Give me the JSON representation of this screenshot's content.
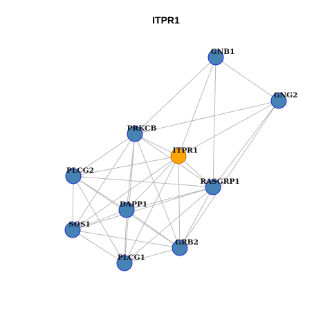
{
  "title": "ITPR1",
  "colors": {
    "node_fill": "#4682B4",
    "node_stroke": "#1f2bd6",
    "center_fill": "#FFA500",
    "center_stroke": "#c86b00",
    "edge": "#b0b0b0"
  },
  "nodes": [
    {
      "id": "GNB1",
      "label": "GNB1",
      "center": false
    },
    {
      "id": "GNG2",
      "label": "GNG2",
      "center": false
    },
    {
      "id": "PRKCB",
      "label": "PRKCB",
      "center": false
    },
    {
      "id": "ITPR1",
      "label": "ITPR1",
      "center": true
    },
    {
      "id": "PLCG2",
      "label": "PLCG2",
      "center": false
    },
    {
      "id": "RASGRP1",
      "label": "RASGRP1",
      "center": false
    },
    {
      "id": "DAPP1",
      "label": "DAPP1",
      "center": false
    },
    {
      "id": "SOS1",
      "label": "SOS1",
      "center": false
    },
    {
      "id": "GRB2",
      "label": "GRB2",
      "center": false
    },
    {
      "id": "PLCG1",
      "label": "PLCG1",
      "center": false
    }
  ],
  "edges": [
    [
      "GNB1",
      "GNG2"
    ],
    [
      "GNB1",
      "PRKCB"
    ],
    [
      "GNB1",
      "ITPR1"
    ],
    [
      "GNB1",
      "RASGRP1"
    ],
    [
      "GNG2",
      "PRKCB"
    ],
    [
      "GNG2",
      "ITPR1"
    ],
    [
      "GNG2",
      "RASGRP1"
    ],
    [
      "GNG2",
      "GRB2"
    ],
    [
      "PRKCB",
      "ITPR1"
    ],
    [
      "PRKCB",
      "PLCG2"
    ],
    [
      "PRKCB",
      "DAPP1"
    ],
    [
      "PRKCB",
      "SOS1"
    ],
    [
      "PRKCB",
      "PLCG1"
    ],
    [
      "PRKCB",
      "RASGRP1"
    ],
    [
      "PRKCB",
      "GRB2"
    ],
    [
      "ITPR1",
      "PLCG2"
    ],
    [
      "ITPR1",
      "DAPP1"
    ],
    [
      "ITPR1",
      "SOS1"
    ],
    [
      "ITPR1",
      "GRB2"
    ],
    [
      "ITPR1",
      "PLCG1"
    ],
    [
      "ITPR1",
      "RASGRP1"
    ],
    [
      "PLCG2",
      "DAPP1"
    ],
    [
      "PLCG2",
      "SOS1"
    ],
    [
      "PLCG2",
      "PLCG1"
    ],
    [
      "PLCG2",
      "GRB2"
    ],
    [
      "PLCG2",
      "RASGRP1"
    ],
    [
      "RASGRP1",
      "DAPP1"
    ],
    [
      "RASGRP1",
      "SOS1"
    ],
    [
      "RASGRP1",
      "GRB2"
    ],
    [
      "RASGRP1",
      "PLCG1"
    ],
    [
      "DAPP1",
      "SOS1"
    ],
    [
      "DAPP1",
      "GRB2"
    ],
    [
      "DAPP1",
      "PLCG1"
    ],
    [
      "SOS1",
      "GRB2"
    ],
    [
      "SOS1",
      "PLCG1"
    ],
    [
      "GRB2",
      "PLCG1"
    ]
  ]
}
